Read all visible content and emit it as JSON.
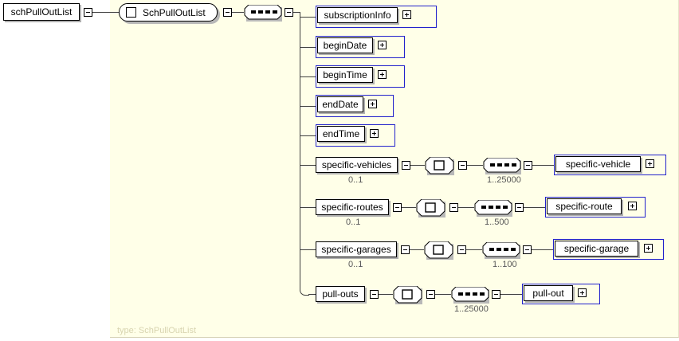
{
  "diagram": {
    "kind": "xsd-schema-tree",
    "root": {
      "label": "schPullOutList",
      "toggle": "minus-toggle"
    },
    "complex_type": {
      "label": "SchPullOutList",
      "type_caption": "type: SchPullOutList",
      "toggle": "minus-toggle",
      "compositor": "sequence"
    },
    "children": [
      {
        "label": "subscriptionInfo",
        "ref": true,
        "expander": "plus",
        "occurs": "",
        "nested": []
      },
      {
        "label": "beginDate",
        "ref": true,
        "expander": "plus",
        "occurs": "",
        "nested": []
      },
      {
        "label": "beginTime",
        "ref": true,
        "expander": "plus",
        "occurs": "",
        "nested": []
      },
      {
        "label": "endDate",
        "ref": true,
        "expander": "plus",
        "occurs": "",
        "nested": []
      },
      {
        "label": "endTime",
        "ref": true,
        "expander": "plus",
        "occurs": "",
        "nested": []
      },
      {
        "label": "specific-vehicles",
        "ref": false,
        "expander": "minus",
        "occurs": "0..1",
        "child_compositor_occurs": "1..25000",
        "child_label": "specific-vehicle",
        "child_expander": "plus"
      },
      {
        "label": "specific-routes",
        "ref": false,
        "expander": "minus",
        "occurs": "0..1",
        "child_compositor_occurs": "1..500",
        "child_label": "specific-route",
        "child_expander": "plus"
      },
      {
        "label": "specific-garages",
        "ref": false,
        "expander": "minus",
        "occurs": "0..1",
        "child_compositor_occurs": "1..100",
        "child_label": "specific-garage",
        "child_expander": "plus"
      },
      {
        "label": "pull-outs",
        "ref": false,
        "expander": "minus",
        "occurs": "",
        "child_compositor_occurs": "1..25000",
        "child_label": "pull-out",
        "child_expander": "plus"
      }
    ],
    "colors": {
      "type_region_background": "#ffffe8",
      "reference_border": "#2222cc",
      "line": "#404040",
      "caption": "#585858",
      "type_caption": "#d8d4b0",
      "shadow": "#b8b8b8"
    }
  }
}
